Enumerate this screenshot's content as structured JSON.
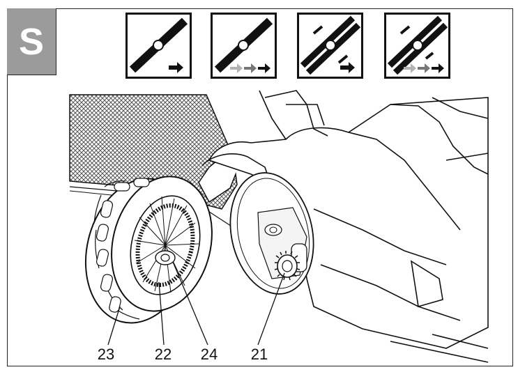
{
  "section": {
    "letter": "S"
  },
  "mode_icons": [
    {
      "name": "blade-level-one-arrow-icon"
    },
    {
      "name": "blade-level-three-arrows-icon"
    },
    {
      "name": "blade-mulch-one-arrow-icon"
    },
    {
      "name": "blade-mulch-three-arrows-icon"
    }
  ],
  "callouts": [
    "23",
    "22",
    "24",
    "21"
  ],
  "colors": {
    "tab": "#9b9b9b",
    "ink": "#111111",
    "arrow_light": "#b3b3b3",
    "arrow_mid": "#777777"
  }
}
